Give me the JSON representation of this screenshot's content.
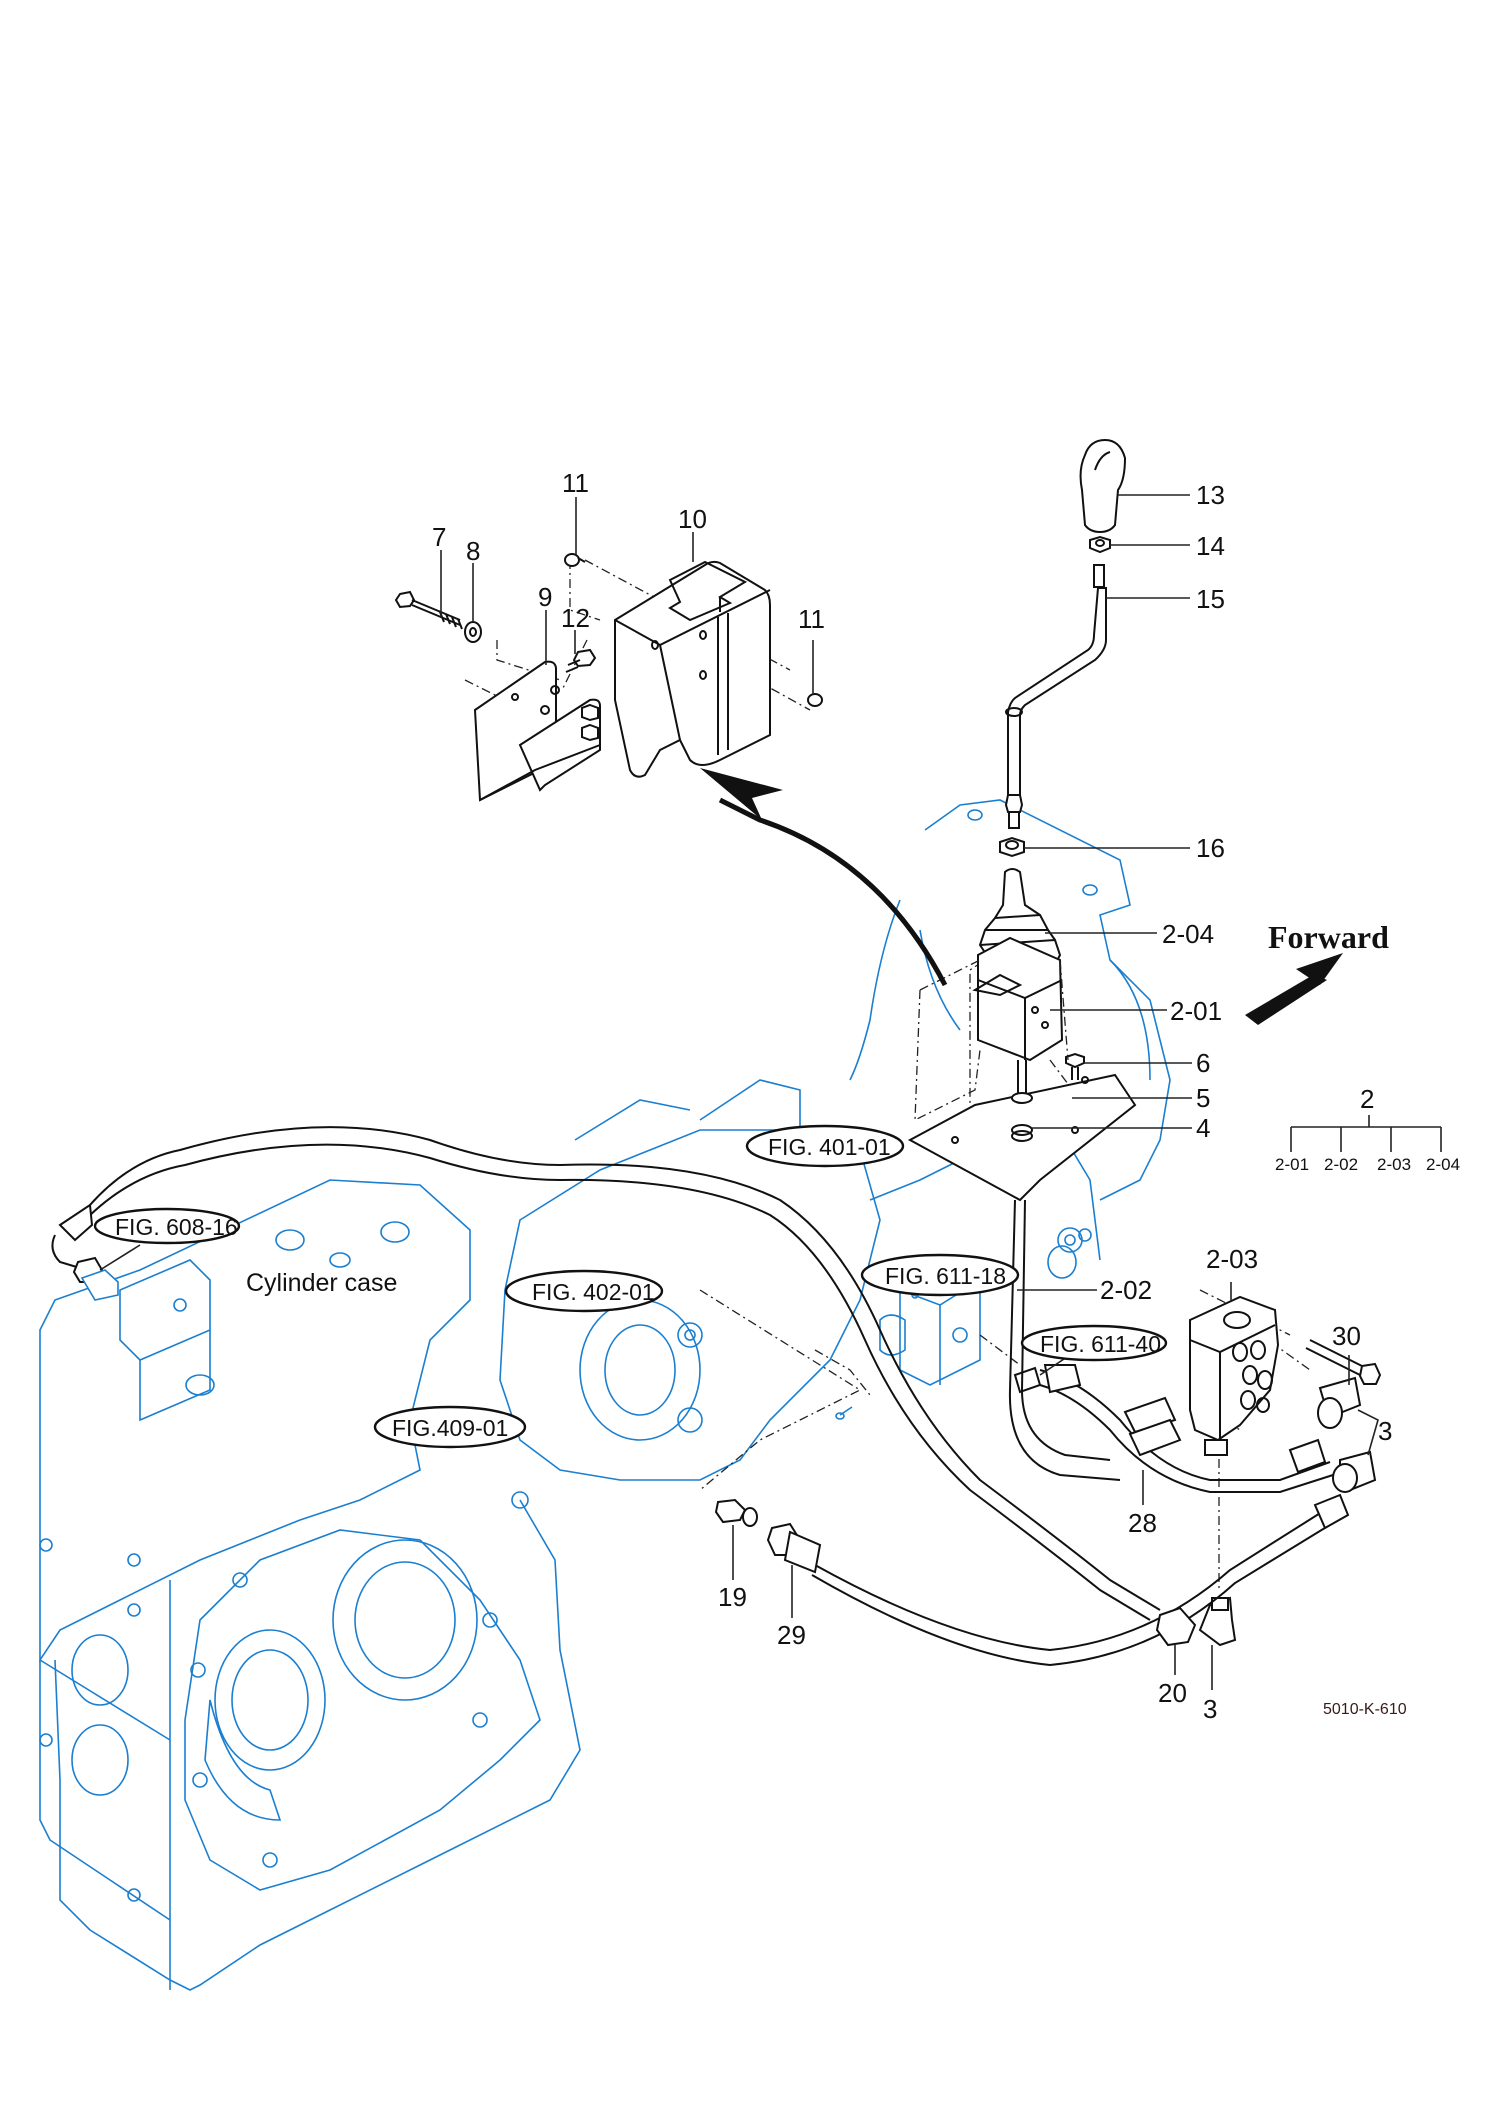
{
  "diagram": {
    "title": "Shift lever / hydraulic control valve parts diagram",
    "drawing_code": "5010-K-610",
    "direction_label": "Forward",
    "component_note": "Cylinder case",
    "colors": {
      "context_parts": "#1b7fd0",
      "new_parts": "#111111",
      "drawing_code": "#3a1a1a"
    }
  },
  "callouts": [
    {
      "id": "c7",
      "label": "7"
    },
    {
      "id": "c8",
      "label": "8"
    },
    {
      "id": "c9",
      "label": "9"
    },
    {
      "id": "c10",
      "label": "10"
    },
    {
      "id": "c11a",
      "label": "11"
    },
    {
      "id": "c11b",
      "label": "11"
    },
    {
      "id": "c12",
      "label": "12"
    },
    {
      "id": "c13",
      "label": "13"
    },
    {
      "id": "c14",
      "label": "14"
    },
    {
      "id": "c15",
      "label": "15"
    },
    {
      "id": "c16",
      "label": "16"
    },
    {
      "id": "c2-04",
      "label": "2-04"
    },
    {
      "id": "c2-01",
      "label": "2-01"
    },
    {
      "id": "c6",
      "label": "6"
    },
    {
      "id": "c5",
      "label": "5"
    },
    {
      "id": "c4",
      "label": "4"
    },
    {
      "id": "c2-02",
      "label": "2-02"
    },
    {
      "id": "c2-03",
      "label": "2-03"
    },
    {
      "id": "c30",
      "label": "30"
    },
    {
      "id": "c3a",
      "label": "3"
    },
    {
      "id": "c28",
      "label": "28"
    },
    {
      "id": "c19",
      "label": "19"
    },
    {
      "id": "c29",
      "label": "29"
    },
    {
      "id": "c20",
      "label": "20"
    },
    {
      "id": "c3b",
      "label": "3"
    }
  ],
  "figure_references": [
    {
      "id": "f608",
      "label": "FIG. 608-16"
    },
    {
      "id": "f401",
      "label": "FIG. 401-01"
    },
    {
      "id": "f402",
      "label": "FIG. 402-01"
    },
    {
      "id": "f611-18",
      "label": "FIG. 611-18"
    },
    {
      "id": "f611-40",
      "label": "FIG. 611-40"
    },
    {
      "id": "f409",
      "label": "FIG.409-01"
    }
  ],
  "assembly_tree": {
    "parent": "2",
    "children": [
      "2-01",
      "2-02",
      "2-03",
      "2-04"
    ]
  }
}
